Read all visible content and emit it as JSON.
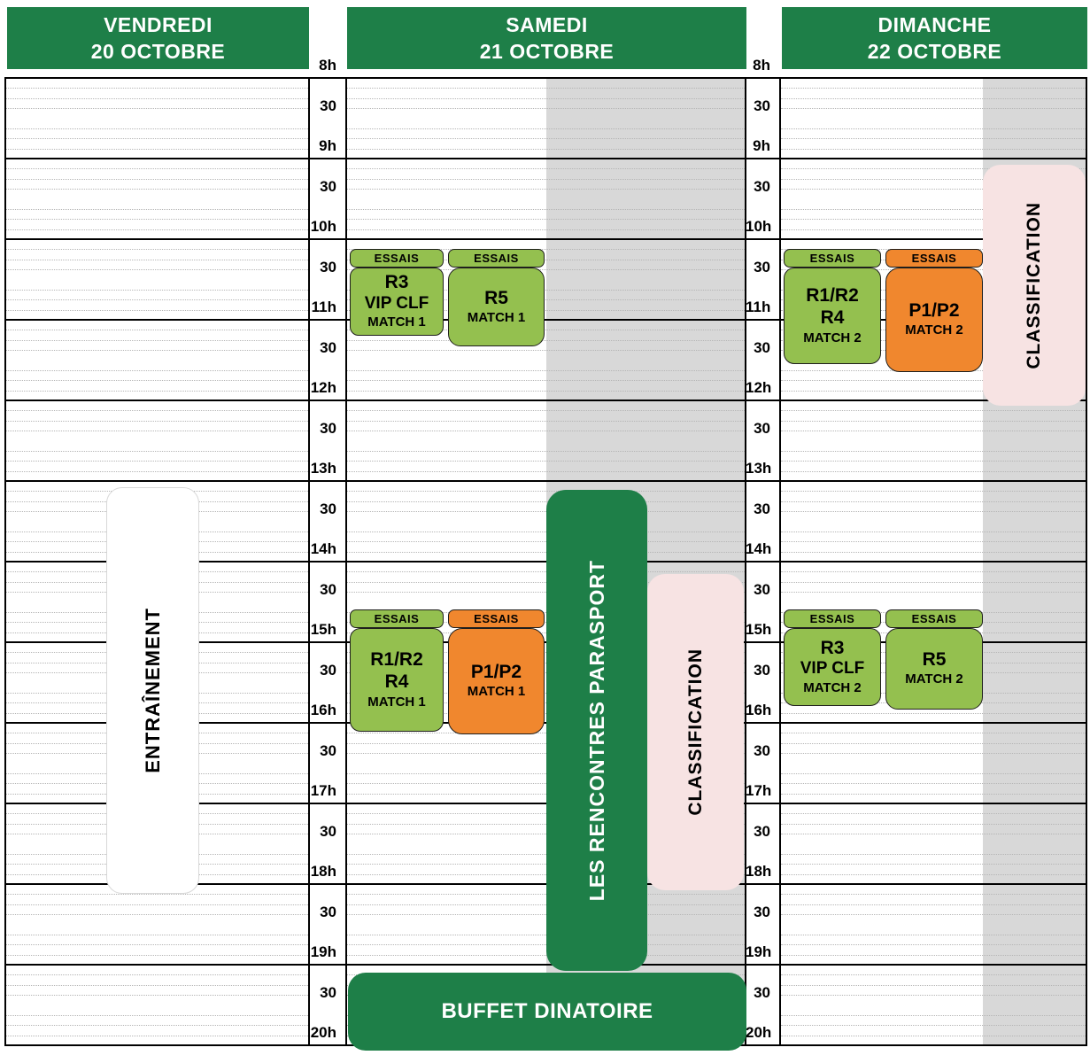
{
  "colors": {
    "header_green": "#1e7f48",
    "dark_green": "#1e7f48",
    "event_green": "#94c04f",
    "event_orange": "#f0872e",
    "pink": "#f7e3e3",
    "gray_band": "#d8d8d8"
  },
  "days": [
    {
      "line1": "VENDREDI",
      "line2": "20 OCTOBRE"
    },
    {
      "line1": "SAMEDI",
      "line2": "21 OCTOBRE"
    },
    {
      "line1": "DIMANCHE",
      "line2": "22 OCTOBRE"
    }
  ],
  "time_labels": [
    "8h",
    "30",
    "9h",
    "30",
    "10h",
    "30",
    "11h",
    "30",
    "12h",
    "30",
    "13h",
    "30",
    "14h",
    "30",
    "15h",
    "30",
    "16h",
    "30",
    "17h",
    "30",
    "18h",
    "30",
    "19h",
    "30",
    "20h"
  ],
  "events": {
    "entrainement": {
      "label": "ENTRAÎNEMENT"
    },
    "sat_essais_r3": {
      "label": "ESSAIS"
    },
    "sat_essais_r5": {
      "label": "ESSAIS"
    },
    "sat_r3": {
      "lines": [
        "R3",
        "VIP CLF",
        "MATCH 1"
      ]
    },
    "sat_r5": {
      "lines": [
        "R5",
        "MATCH 1"
      ]
    },
    "sat_essais_r1r2": {
      "label": "ESSAIS"
    },
    "sat_essais_p1p2": {
      "label": "ESSAIS"
    },
    "sat_r1r2": {
      "lines": [
        "R1/R2",
        "R4",
        "MATCH 1"
      ]
    },
    "sat_p1p2": {
      "lines": [
        "P1/P2",
        "MATCH 1"
      ]
    },
    "parasport": {
      "label": "LES RENCONTRES PARASPORT"
    },
    "classification_samedi": {
      "label": "CLASSIFICATION"
    },
    "buffet": {
      "label": "BUFFET DINATOIRE"
    },
    "dim_essais_r1r2": {
      "label": "ESSAIS"
    },
    "dim_essais_p1p2": {
      "label": "ESSAIS"
    },
    "dim_r1r2": {
      "lines": [
        "R1/R2",
        "R4",
        "MATCH 2"
      ]
    },
    "dim_p1p2": {
      "lines": [
        "P1/P2",
        "MATCH 2"
      ]
    },
    "classification_dimanche": {
      "label": "CLASSIFICATION"
    },
    "dim_essais_r3": {
      "label": "ESSAIS"
    },
    "dim_essais_r5": {
      "label": "ESSAIS"
    },
    "dim_r3": {
      "lines": [
        "R3",
        "VIP CLF",
        "MATCH 2"
      ]
    },
    "dim_r5": {
      "lines": [
        "R5",
        "MATCH 2"
      ]
    }
  }
}
